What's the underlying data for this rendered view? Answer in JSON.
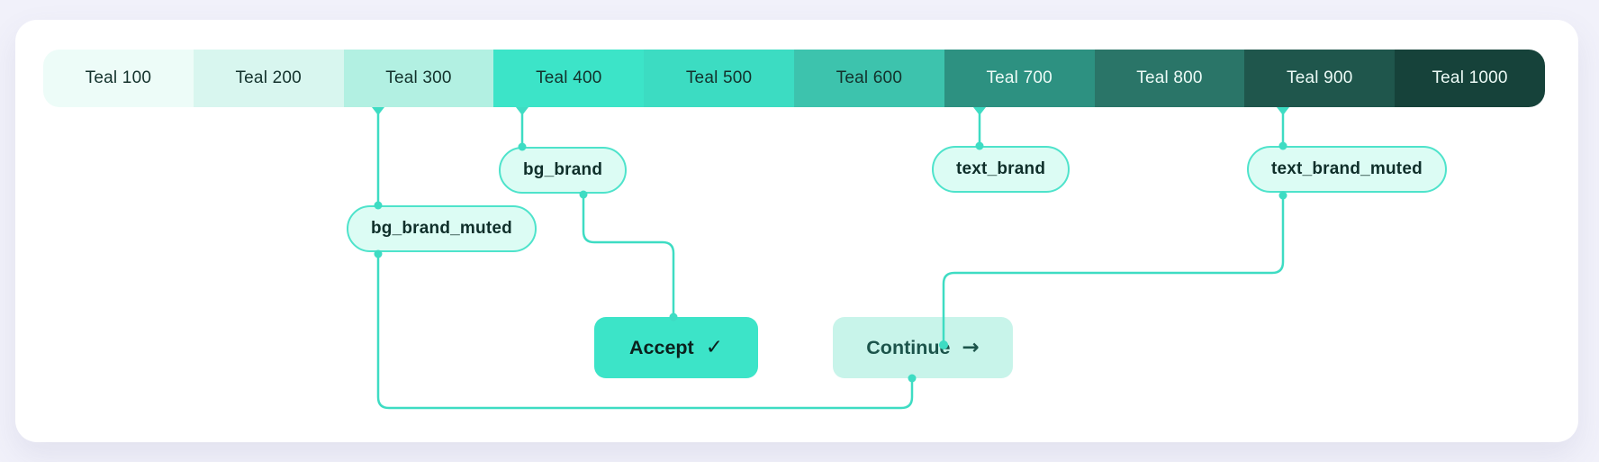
{
  "palette": {
    "swatches": [
      {
        "label": "Teal 100",
        "color": "#edfcf8",
        "text_color": "#13322c"
      },
      {
        "label": "Teal 200",
        "color": "#d8f6ef",
        "text_color": "#13322c"
      },
      {
        "label": "Teal 300",
        "color": "#b2f0e2",
        "text_color": "#13322c"
      },
      {
        "label": "Teal 400",
        "color": "#3ce4c8",
        "text_color": "#13322c"
      },
      {
        "label": "Teal 500",
        "color": "#3cdcc2",
        "text_color": "#13322c"
      },
      {
        "label": "Teal 600",
        "color": "#3dc3ad",
        "text_color": "#13322c"
      },
      {
        "label": "Teal 700",
        "color": "#2d9181",
        "text_color": "#ecfaf6"
      },
      {
        "label": "Teal 800",
        "color": "#2a7568",
        "text_color": "#ecfaf6"
      },
      {
        "label": "Teal 900",
        "color": "#1f564c",
        "text_color": "#ecfaf6"
      },
      {
        "label": "Teal 1000",
        "color": "#16423a",
        "text_color": "#ecfaf6"
      }
    ]
  },
  "tokens": {
    "bg_brand": {
      "label": "bg_brand",
      "maps_to": "Teal 400"
    },
    "bg_brand_muted": {
      "label": "bg_brand_muted",
      "maps_to": "Teal 300"
    },
    "text_brand": {
      "label": "text_brand",
      "maps_to": "Teal 700"
    },
    "text_brand_muted": {
      "label": "text_brand_muted",
      "maps_to": "Teal 900"
    }
  },
  "buttons": {
    "accept": {
      "label": "Accept",
      "icon": "check-icon",
      "icon_glyph": "✓",
      "bg": "#3ce4c8",
      "text_color": "#0b211d"
    },
    "continue": {
      "label": "Continue",
      "icon": "arrow-right-icon",
      "icon_glyph": "→",
      "bg": "#c8f4ea",
      "text_color": "#1c544b"
    }
  },
  "style": {
    "connector_color": "#3edcc3",
    "pill_bg": "#dcfcf4",
    "pill_border": "#4ee3cb",
    "pill_text": "#0f2f2a",
    "page_bg": "#f1f1fa",
    "card_bg": "#ffffff"
  }
}
